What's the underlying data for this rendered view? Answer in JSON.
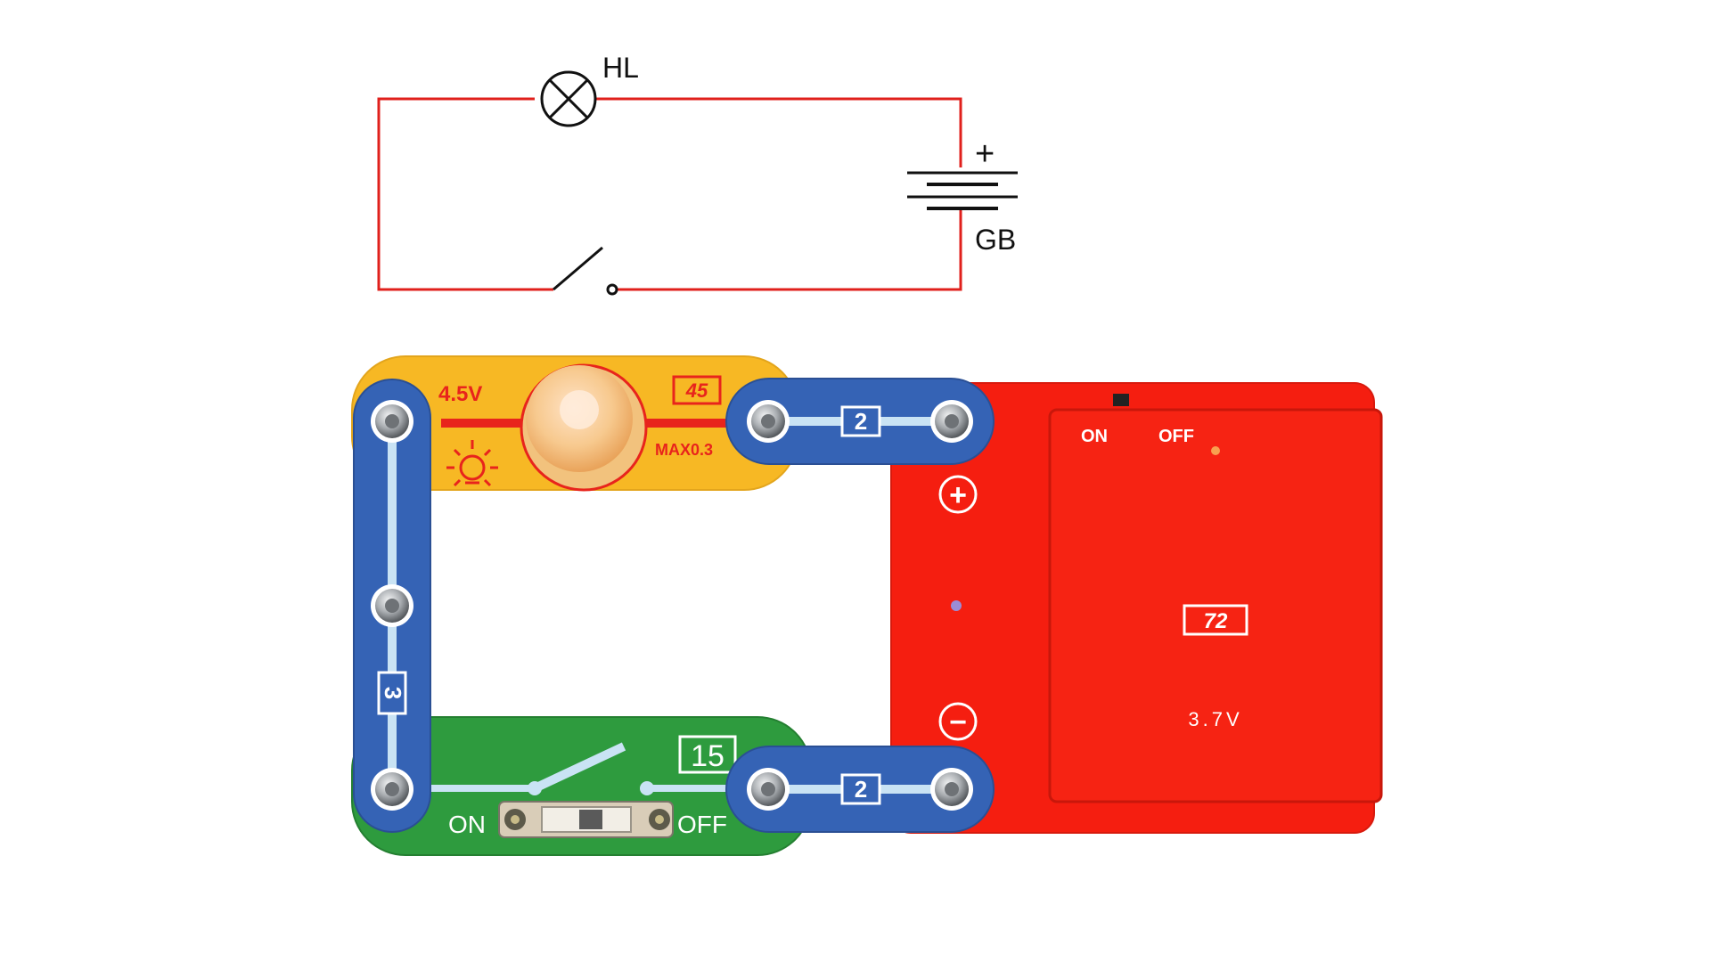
{
  "schematic": {
    "lamp_label": "HL",
    "battery_label": "GB",
    "battery_plus": "+",
    "wire_color": "#e0201c"
  },
  "board": {
    "lamp_module": {
      "voltage": "4.5V",
      "part_number": "45",
      "max_rating": "MAX0.3"
    },
    "switch_module": {
      "part_number": "15",
      "on_label": "ON",
      "off_label": "OFF"
    },
    "battery_module": {
      "part_number": "72",
      "voltage": "3.7V",
      "on_label": "ON",
      "off_label": "OFF",
      "plus_symbol": "+",
      "minus_symbol": "−"
    },
    "connectors": [
      {
        "id": "top",
        "label": "2"
      },
      {
        "id": "bottom",
        "label": "2"
      },
      {
        "id": "left",
        "label": "3"
      }
    ]
  },
  "colors": {
    "lamp_module": "#f7b824",
    "switch_module": "#2e9b3e",
    "battery_module": "#f51e10",
    "connector": "#3563b5",
    "connector_stripe": "#c9e3f4",
    "snap": "#9ea3a8"
  }
}
